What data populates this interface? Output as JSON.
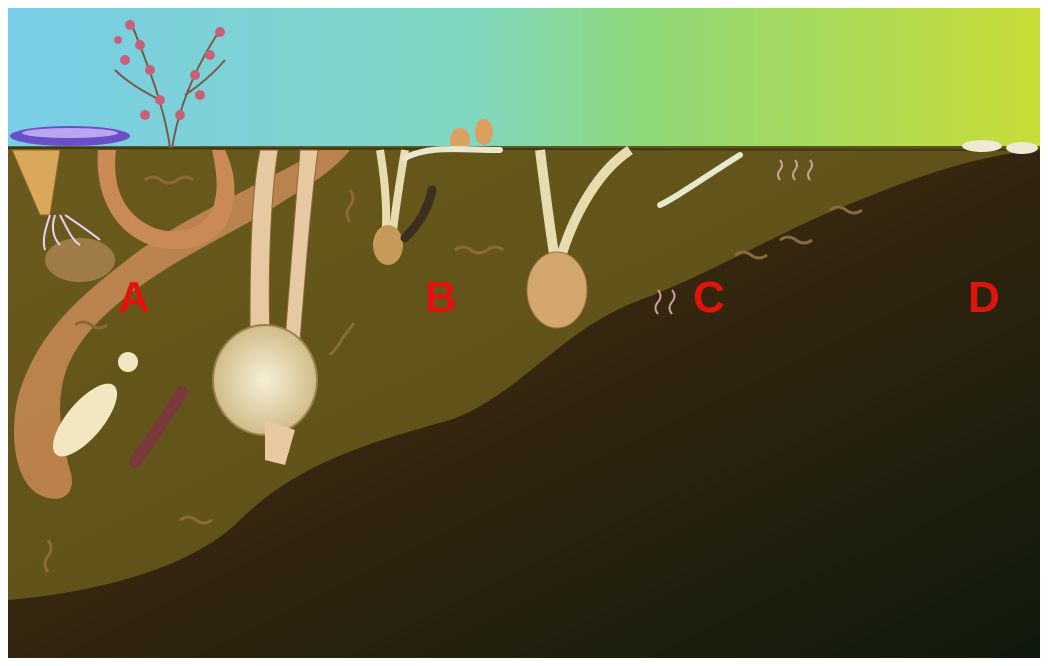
{
  "zones": [
    {
      "id": "A",
      "label": "A"
    },
    {
      "id": "B",
      "label": "B"
    },
    {
      "id": "C",
      "label": "C"
    },
    {
      "id": "D",
      "label": "D"
    }
  ],
  "colors": {
    "label": "#e0140c",
    "sky_left": "#7ccfe6",
    "sky_mid": "#86d98a",
    "sky_right": "#c9dc3a",
    "sediment_upper": "#5e5319",
    "sediment_deep": "#3e2a12",
    "sediment_dark": "#14160c",
    "burrow": "#c98a55",
    "shell": "#e8d9b0"
  }
}
